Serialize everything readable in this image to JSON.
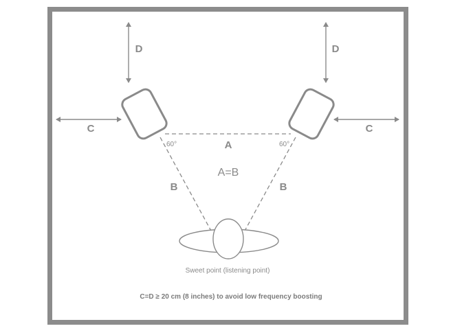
{
  "labels": {
    "a": "A",
    "b": "B",
    "c": "C",
    "d": "D",
    "angle": "60°",
    "equation": "A=B",
    "sweet_point": "Sweet point (listening point)",
    "note": "C=D ≥ 20 cm (8 inches) to avoid low frequency boosting"
  },
  "colors": {
    "frame": "#8c8c8c",
    "stroke": "#8a8a8a",
    "text": "#8a8a8a"
  },
  "icons": {
    "speaker": "speaker-icon",
    "listener": "listener-head-icon",
    "arrow": "double-arrow-icon"
  }
}
